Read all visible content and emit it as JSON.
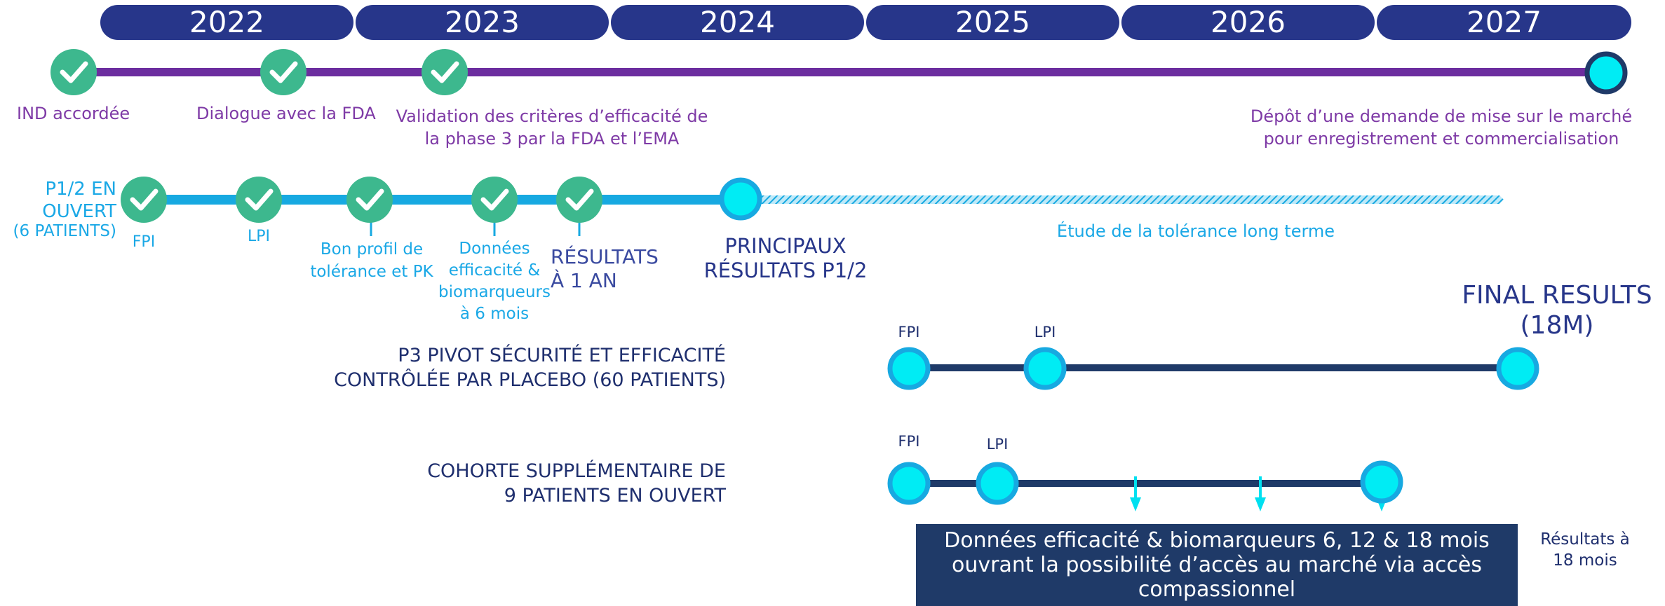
{
  "years": [
    "2022",
    "2023",
    "2024",
    "2025",
    "2026",
    "2027"
  ],
  "main_timeline": {
    "milestones": [
      {
        "label": "IND accordée",
        "status": "done"
      },
      {
        "label": "Dialogue avec la FDA",
        "status": "done"
      },
      {
        "label_lines": [
          "Validation des critères d’efficacité de",
          "la phase 3 par la FDA et l’EMA"
        ],
        "status": "done"
      },
      {
        "label_lines": [
          "Dépôt d’une demande de mise sur le marché",
          "pour enregistrement et commercialisation"
        ],
        "status": "upcoming"
      }
    ]
  },
  "p12": {
    "title_lines": [
      "P1/2 EN",
      "OUVERT",
      "(6 PATIENTS)"
    ],
    "fpi": "FPI",
    "lpi": "LPI",
    "safety_lines": [
      "Bon profil de",
      "tolérance et PK"
    ],
    "efficacy_lines": [
      "Données",
      "efficacité &",
      "biomarqueurs",
      "à 6 mois"
    ],
    "one_year_lines": [
      "RÉSULTATS",
      "À 1 AN"
    ],
    "main_results_lines": [
      "PRINCIPAUX",
      "RÉSULTATS P1/2"
    ],
    "long_term": "Étude de la tolérance long terme"
  },
  "p3": {
    "title_lines": [
      "P3 PIVOT SÉCURITÉ ET EFFICACITÉ",
      "CONTRÔLÉE PAR PLACEBO  (60 PATIENTS)"
    ],
    "fpi": "FPI",
    "lpi": "LPI",
    "final_lines": [
      "FINAL RESULTS",
      "(18M)"
    ]
  },
  "cohort": {
    "title_lines": [
      "COHORTE SUPPLÉMENTAIRE DE",
      "9 PATIENTS EN OUVERT"
    ],
    "fpi": "FPI",
    "lpi": "LPI",
    "box_lines": [
      "Données efficacité & biomarqueurs  6, 12 & 18 mois",
      "ouvrant la possibilité d’accès au marché via accès",
      "compassionnel"
    ],
    "results_lines": [
      "Résultats à",
      "18 mois"
    ]
  },
  "colors": {
    "year_pill": "#27368a",
    "purple": "#7e3aa6",
    "cyan_line": "#17a9e1",
    "check_green": "#3db88e",
    "node_cyan": "#00ecf4",
    "navy_line": "#1f3a68",
    "box_bg": "#1f3a68"
  }
}
